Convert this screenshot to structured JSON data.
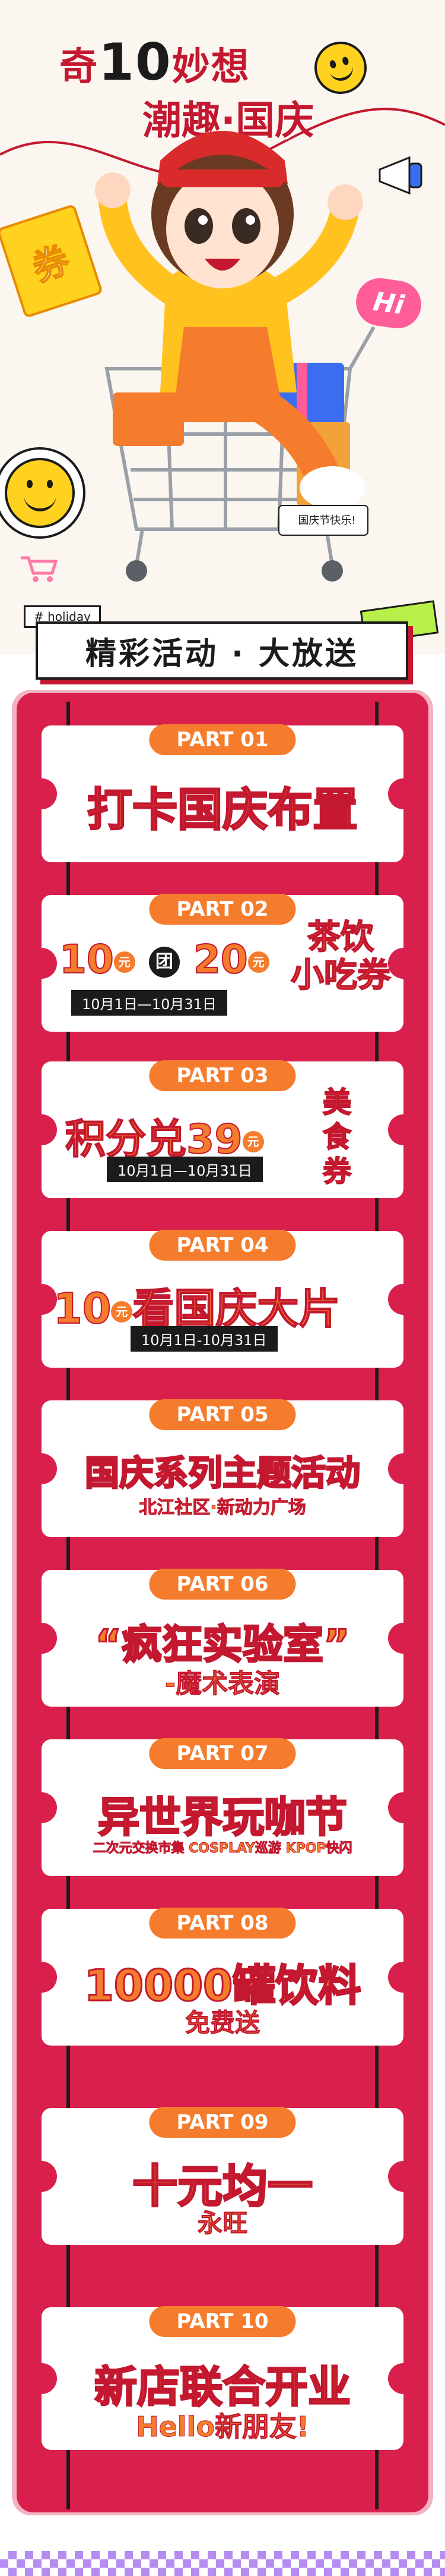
{
  "hero": {
    "line1_pre": "奇",
    "line1_num": "10",
    "line1_post": "妙想",
    "line2": "潮趣·国庆",
    "ticket_char": "券",
    "hi_text": "Hi",
    "sign_text": "国庆节快乐!",
    "holiday_tag": "# holiday",
    "subtitle": "精彩活动 · 大放送"
  },
  "colors": {
    "brand_red": "#d91f4c",
    "orange": "#f47c2c",
    "dark": "#1b1b1b",
    "cream": "#fbf6ef"
  },
  "sections": [
    {
      "part": "PART 01",
      "title": "打卡国庆布置"
    },
    {
      "part": "PART 02",
      "price_a": "10",
      "yuan": "元",
      "tuan": "团",
      "price_b": "20",
      "side_top": "茶饮",
      "side_bottom": "小吃券",
      "date": "10月1日—10月31日"
    },
    {
      "part": "PART 03",
      "title": "积分兑39",
      "yuan": "元",
      "side_top": "美",
      "side_bottom": "食券",
      "date": "10月1日—10月31日"
    },
    {
      "part": "PART 04",
      "price": "10",
      "yuan": "元",
      "title": "看国庆大片",
      "date": "10月1日-10月31日"
    },
    {
      "part": "PART 05",
      "title": "国庆系列主题活动",
      "subtitle": "北江社区·新动力广场"
    },
    {
      "part": "PART 06",
      "title": "“疯狂实验室”",
      "subtitle": "-魔术表演"
    },
    {
      "part": "PART 07",
      "title": "异世界玩咖节",
      "subtitle": "二次元交换市集   COSPLAY巡游   KPOP快闪"
    },
    {
      "part": "PART 08",
      "title": "10000罐饮料",
      "subtitle": "免费送"
    },
    {
      "part": "PART 09",
      "title": "十元均一",
      "subtitle": "永旺"
    },
    {
      "part": "PART 10",
      "title": "新店联合开业",
      "subtitle": "Hello新朋友!"
    }
  ]
}
